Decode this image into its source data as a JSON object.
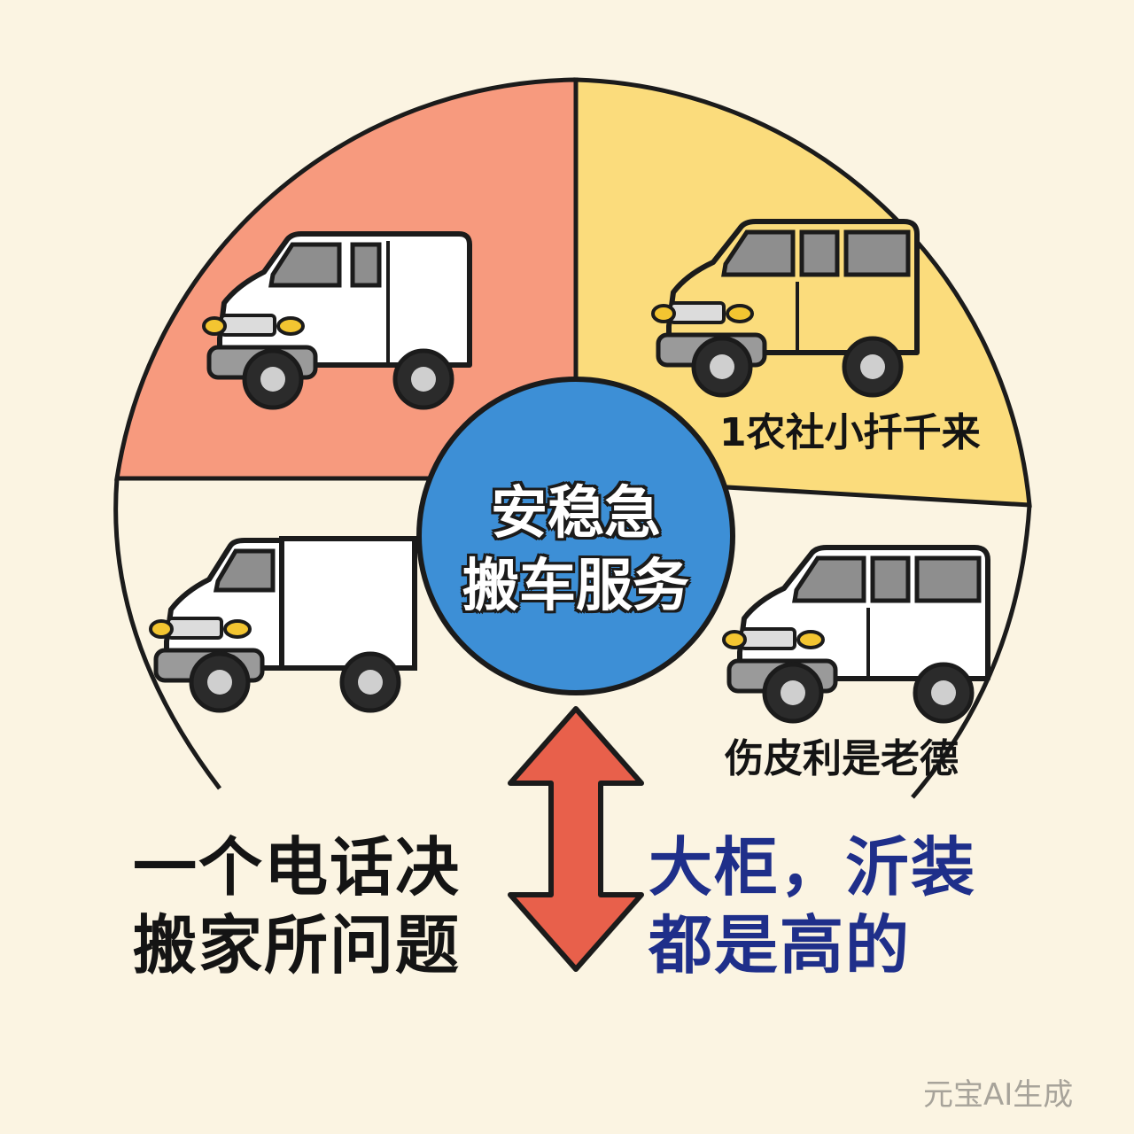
{
  "colors": {
    "background": "#fbf4e2",
    "quadrant_top_left": "#f79a7e",
    "quadrant_top_right": "#fbdc7c",
    "quadrant_bottom": "#fbf4e2",
    "center_circle": "#3d8fd6",
    "arrow": "#e8604b",
    "right_text": "#1f2f8a",
    "outline": "#1b1b1b",
    "van_white": "#ffffff",
    "van_yellow": "#fbdc7c"
  },
  "center": {
    "line1": "安稳急",
    "line2": "搬车服务"
  },
  "labels": {
    "top_right": "1农社小扦千来",
    "bottom_right": "伤皮利是老德"
  },
  "slogan_left": {
    "line1": "一个电话决",
    "line2": "搬家所问题"
  },
  "slogan_right": {
    "line1": "大柜，沂装",
    "line2": "都是高的"
  },
  "icons": [
    "white-van-icon",
    "yellow-van-icon",
    "box-truck-icon",
    "white-minivan-icon",
    "double-arrow-icon"
  ],
  "watermark": "元宝AI生成"
}
